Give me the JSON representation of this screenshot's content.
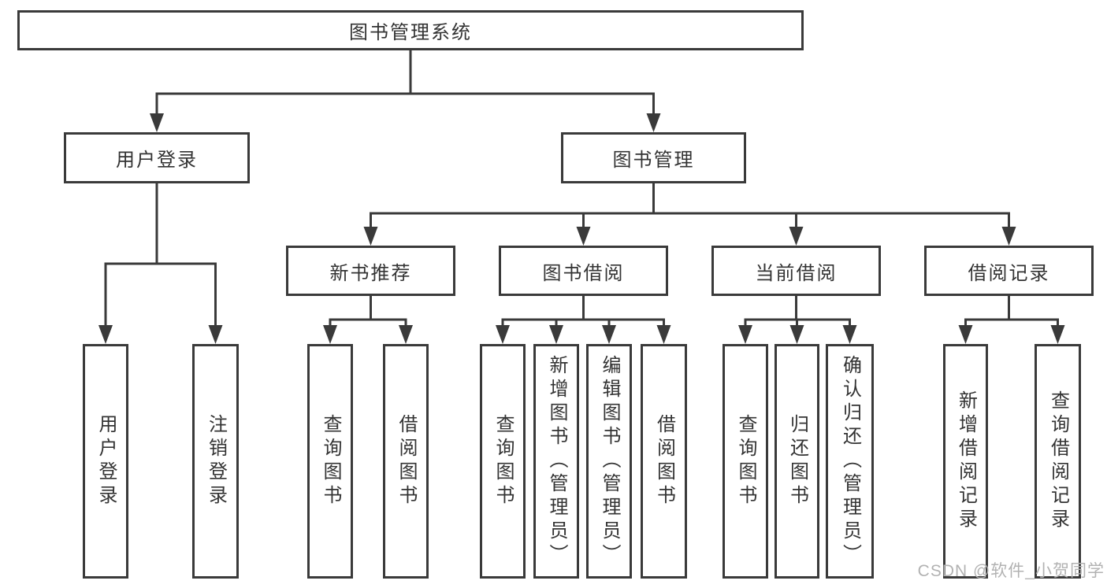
{
  "tree": {
    "root": {
      "label": "图书管理系统"
    },
    "branches": [
      {
        "label": "用户登录",
        "children": [
          {
            "label": "用户登录"
          },
          {
            "label": "注销登录"
          }
        ]
      },
      {
        "label": "图书管理",
        "children": [
          {
            "label": "新书推荐",
            "children": [
              {
                "label": "查询图书"
              },
              {
                "label": "借阅图书"
              }
            ]
          },
          {
            "label": "图书借阅",
            "children": [
              {
                "label": "查询图书"
              },
              {
                "label": "新增图书（管理员）"
              },
              {
                "label": "编辑图书（管理员）"
              },
              {
                "label": "借阅图书"
              }
            ]
          },
          {
            "label": "当前借阅",
            "children": [
              {
                "label": "查询图书"
              },
              {
                "label": "归还图书"
              },
              {
                "label": "确认归还（管理员）"
              }
            ]
          },
          {
            "label": "借阅记录",
            "children": [
              {
                "label": "新增借阅记录"
              },
              {
                "label": "查询借阅记录"
              }
            ]
          }
        ]
      }
    ]
  },
  "watermark": "CSDN @软件_小贺同学",
  "colors": {
    "line": "#3a3a3a",
    "text": "#333333",
    "watermark": "#b2b2b2",
    "background": "#ffffff"
  }
}
